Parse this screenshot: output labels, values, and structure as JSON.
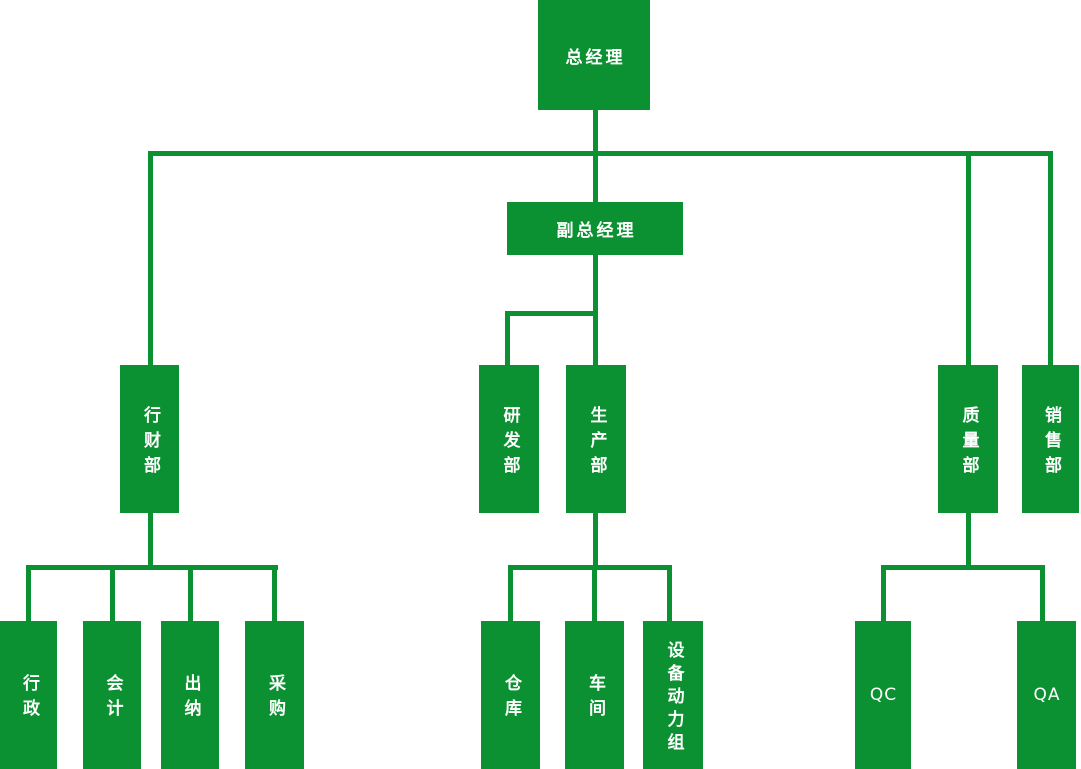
{
  "diagram": {
    "type": "organization-chart",
    "colors": {
      "node_fill": "#0c9132",
      "node_text": "#ffffff",
      "connector": "#0c9132",
      "background": "#ffffff"
    },
    "nodes": {
      "ceo": {
        "label": "总经理"
      },
      "deputy": {
        "label": "副总经理"
      },
      "admin_finance": {
        "label": "行财部"
      },
      "rnd": {
        "label": "研发部"
      },
      "production": {
        "label": "生产部"
      },
      "quality": {
        "label": "质量部"
      },
      "sales": {
        "label": "销售部"
      },
      "admin": {
        "label": "行政"
      },
      "accounting": {
        "label": "会计"
      },
      "cashier": {
        "label": "出纳"
      },
      "purchasing": {
        "label": "采购"
      },
      "warehouse": {
        "label": "仓库"
      },
      "workshop": {
        "label": "车间"
      },
      "equipment_power": {
        "label": "设备动力组"
      },
      "qc": {
        "label": "QC"
      },
      "qa": {
        "label": "QA"
      }
    },
    "hierarchy": [
      {
        "parent": "总经理",
        "children": [
          "副总经理",
          "行财部",
          "质量部",
          "销售部"
        ]
      },
      {
        "parent": "副总经理",
        "children": [
          "研发部",
          "生产部"
        ]
      },
      {
        "parent": "行财部",
        "children": [
          "行政",
          "会计",
          "出纳",
          "采购"
        ]
      },
      {
        "parent": "生产部",
        "children": [
          "仓库",
          "车间",
          "设备动力组"
        ]
      },
      {
        "parent": "质量部",
        "children": [
          "QC",
          "QA"
        ]
      }
    ]
  }
}
